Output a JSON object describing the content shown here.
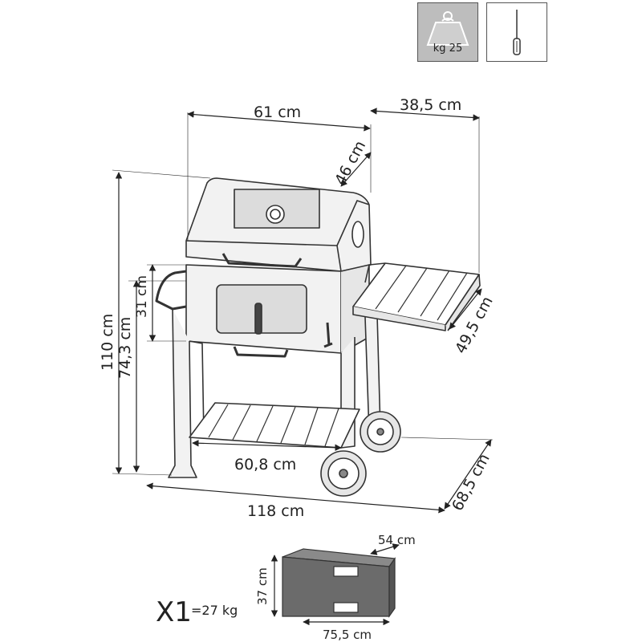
{
  "weight_icon": {
    "label": "kg 25",
    "icon": "weight-icon",
    "bg": "#bdbdbd"
  },
  "tool_icon": {
    "icon": "screwdriver-icon"
  },
  "dimensions": {
    "lid_width": "61 cm",
    "side_shelf_width": "38,5 cm",
    "lid_depth": "46 cm",
    "total_height": "110 cm",
    "work_height": "74,3 cm",
    "chamber_height": "31 cm",
    "shelf_depth": "49,5 cm",
    "bottom_width": "60,8 cm",
    "total_width": "118 cm",
    "total_depth": "68,5 cm"
  },
  "package": {
    "count": "X1",
    "weight": "=27 kg",
    "height": "37 cm",
    "depth": "54 cm",
    "width": "75,5 cm",
    "box_color": "#6b6b6b"
  },
  "colors": {
    "line": "#333333",
    "grill_fill": "#f2f2f2",
    "panel_fill": "#dcdcdc"
  }
}
